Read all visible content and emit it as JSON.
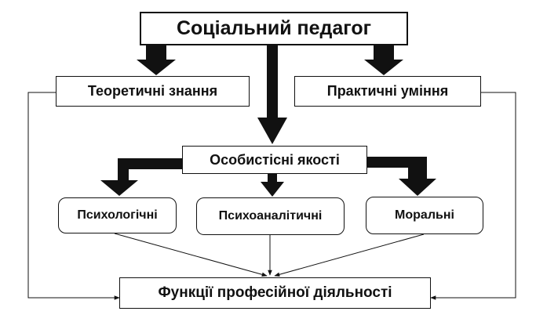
{
  "diagram": {
    "root": "Соціальний педагог",
    "knowledge": "Теоретичні знання",
    "skills": "Практичні уміння",
    "qualities": "Особистісні якості",
    "psychological": "Психологічні",
    "psychoanalytic": "Психоаналітичні",
    "moral": "Моральні",
    "functions": "Функції професійної діяльності"
  }
}
